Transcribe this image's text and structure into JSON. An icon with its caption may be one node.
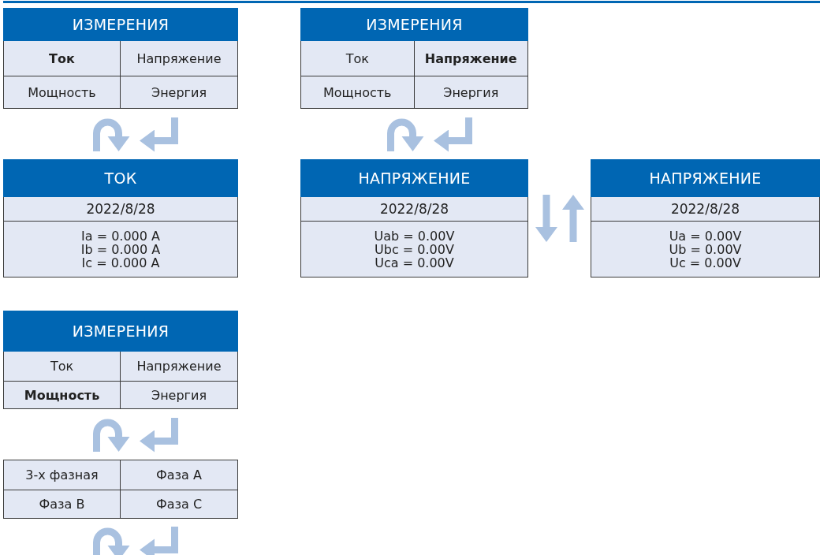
{
  "diagram": {
    "nodes": [
      {
        "text": [
          "ИЗМЕРЕНИЯ",
          "**Ток**",
          "Напряжение",
          "Мощность",
          "Энергия"
        ]
      },
      {
        "text": [
          "ИЗМЕРЕНИЯ",
          "Ток",
          "**Напряжение**",
          "Мощность",
          "Энергия"
        ]
      },
      {
        "text": [
          "ТОК",
          "2022/8/28",
          "Ia = 0.000 A",
          "Ib = 0.000 A",
          "Ic = 0.000 A"
        ]
      },
      {
        "text": [
          "НАПРЯЖЕНИЕ",
          "2022/8/28",
          "Uab = 0.00V",
          "Ubc = 0.00V",
          "Uca = 0.00V"
        ]
      },
      {
        "text": [
          "НАПРЯЖЕНИЕ",
          "2022/8/28",
          "Ua = 0.00V",
          "Ub = 0.00V",
          "Uc = 0.00V"
        ]
      },
      {
        "text": [
          "ИЗМЕРЕНИЯ",
          "Ток",
          "Напряжение",
          "**Мощность**",
          "Энергия"
        ]
      },
      {
        "text": [
          "3-х фазная",
          "Фаза A",
          "Фаза B",
          "Фаза C"
        ]
      }
    ],
    "edges": [
      {
        "from": 0,
        "to": 2,
        "arrow": "to"
      },
      {
        "from": 1,
        "to": 3,
        "arrow": "to"
      },
      {
        "from": 5,
        "to": 6,
        "arrow": "to"
      }
    ]
  }
}
